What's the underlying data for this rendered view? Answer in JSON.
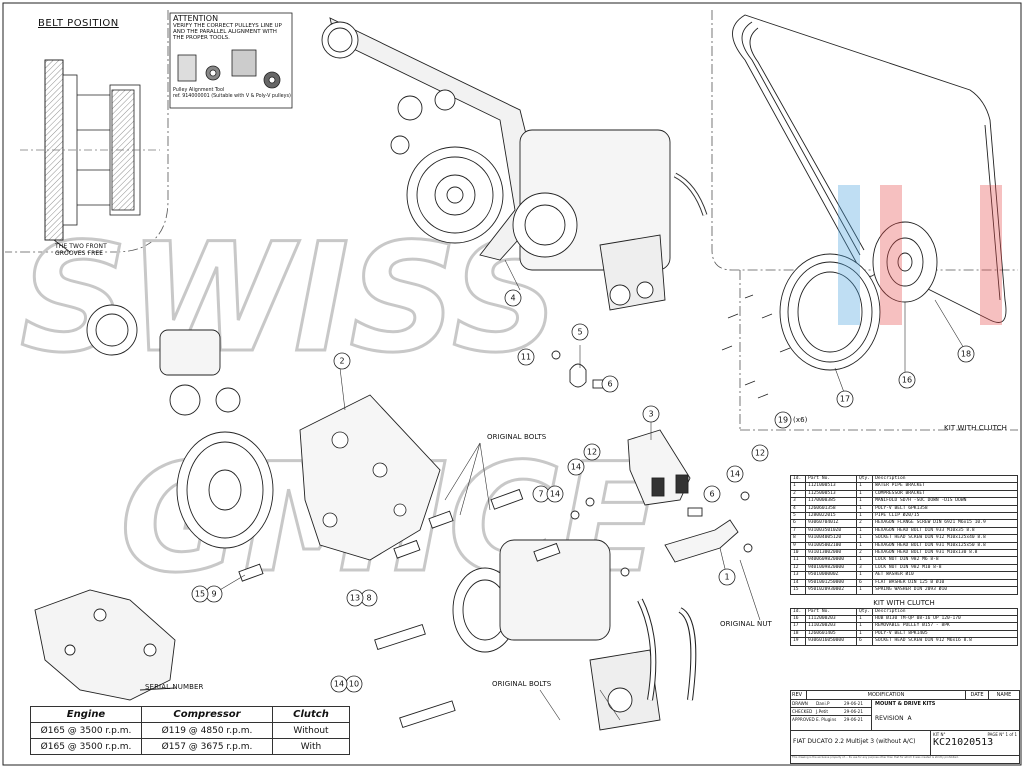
{
  "belt_position": {
    "title": "BELT POSITION",
    "note_line1": "THE TWO FRONT",
    "note_line2": "GROOVES FREE"
  },
  "attention": {
    "title": "ATTENTION",
    "line1": "VERIFY THE CORRECT PULLEYS LINE UP",
    "line2": "AND THE PARALLEL ALIGNMENT WITH",
    "line3": "THE PROPER TOOLS.",
    "tool_line1": "Pulley Alignment Tool",
    "tool_line2": "ref. 914000001 (Suitable with V & Poly-V pulleys)"
  },
  "watermark": {
    "line1": "SWISS",
    "line2": "GMICE"
  },
  "labels": {
    "original_bolts_top": "ORIGINAL BOLTS",
    "original_bolts_bottom": "ORIGINAL BOLTS",
    "original_nut": "ORIGINAL NUT",
    "serial_number": "SERIAL NUMBER",
    "kit_with_clutch": "KIT WITH CLUTCH",
    "x6": "(x6)"
  },
  "callouts": [
    "1",
    "2",
    "3",
    "4",
    "5",
    "6",
    "7",
    "8",
    "9",
    "10",
    "11",
    "12",
    "13",
    "14",
    "15",
    "16",
    "17",
    "18",
    "19"
  ],
  "parts_table": {
    "headers": [
      "Id.",
      "Part No.",
      "Qty.",
      "Description"
    ],
    "rows": [
      [
        "1",
        "1121000513",
        "1",
        "WATER PIPE BRACKET"
      ],
      [
        "2",
        "1125000513",
        "1",
        "COMPRESSOR BRACKET"
      ],
      [
        "3",
        "1170000385",
        "1",
        "MANIFOLD SD7H -SUC DOWN -DIS DOWN"
      ],
      [
        "4",
        "1260601358",
        "1",
        "POLY-V BELT 6PK1358"
      ],
      [
        "5",
        "1280022015",
        "1",
        "PIPE CLIP Ø20/15"
      ],
      [
        "6",
        "9306070401Z",
        "2",
        "HEXAGON FLANGE SCREW DIN 6921 M6x15 10.9"
      ],
      [
        "7",
        "9310035010Z0",
        "1",
        "HEXAGON HEAD BOLT DIN 933 M10x35 8.8"
      ],
      [
        "8",
        "931004005120",
        "1",
        "SOCKET HEAD SCREW DIN 912 M10x125x40 8.8"
      ],
      [
        "9",
        "931005002100",
        "1",
        "HEXAGON HEAD BOLT DIN 931 M10x125x50 8.8"
      ],
      [
        "10",
        "931013002000",
        "2",
        "HEXAGON HEAD BOLT DIN 931 M10x130 8.8"
      ],
      [
        "11",
        "9400609820000",
        "1",
        "LOCK NUT DIN 982 M6 8-8"
      ],
      [
        "12",
        "9401009820000",
        "3",
        "LOCK NUT DIN 982 M10 8-8"
      ],
      [
        "13",
        "9501000000Z",
        "1",
        "AET WASHER Ø10"
      ],
      [
        "14",
        "9501001250000",
        "6",
        "FLAT WASHER DIN 125 B Ø10"
      ],
      [
        "15",
        "9501020930002",
        "1",
        "SPRING WASHER DIN 2093 Ø10"
      ]
    ]
  },
  "clutch_table": {
    "title": "KIT WITH CLUTCH",
    "headers": [
      "Id.",
      "Part No.",
      "Qty.",
      "Description"
    ],
    "rows": [
      [
        "16",
        "1112000203",
        "1",
        "HUB Ø130 TM-QP 08-16 UP 120-170"
      ],
      [
        "17",
        "1110200203",
        "1",
        "REMOVABLE PULLEY Ø157 - 8PK"
      ],
      [
        "18",
        "1260601405",
        "1",
        "POLY-V BELT 8PK1405"
      ],
      [
        "19",
        "9306016050000",
        "6",
        "SOCKET HEAD SCREW DIN 912 M6x16 8.8"
      ]
    ]
  },
  "performance_table": {
    "headers": [
      "Engine",
      "Compressor",
      "Clutch"
    ],
    "rows": [
      [
        "Ø165 @ 3500 r.p.m.",
        "Ø119 @ 4850 r.p.m.",
        "Without"
      ],
      [
        "Ø165 @ 3500 r.p.m.",
        "Ø157 @ 3675 r.p.m.",
        "With"
      ]
    ]
  },
  "title_block": {
    "rev": "REV",
    "modification": "MODIFICATION",
    "date": "DATE",
    "name_col": "NAME",
    "drawn": "DRAWN",
    "checked": "CHECKED",
    "approved": "APPROVED",
    "drawn_name": "Dani.P",
    "checked_name": "J.Petit",
    "approved_name": "E. Plugins",
    "drawn_date": "29-06-21",
    "checked_date": "29-06-21",
    "approved_date": "29-06-21",
    "mount_kits": "MOUNT & DRIVE KITS",
    "revision_label": "REVISION",
    "revision_value": "A",
    "kit_no_label": "KIT N°",
    "page_label": "PAGE N°",
    "page_value": "1 of 1",
    "description": "FIAT DUCATO 2.2 Multijet 3 (without A/C)",
    "kit_no": "KC21020513",
    "footer": "This drawing is the exclusive property of ... Its use for any purpose other than that for which it was created is strictly prohibited."
  }
}
